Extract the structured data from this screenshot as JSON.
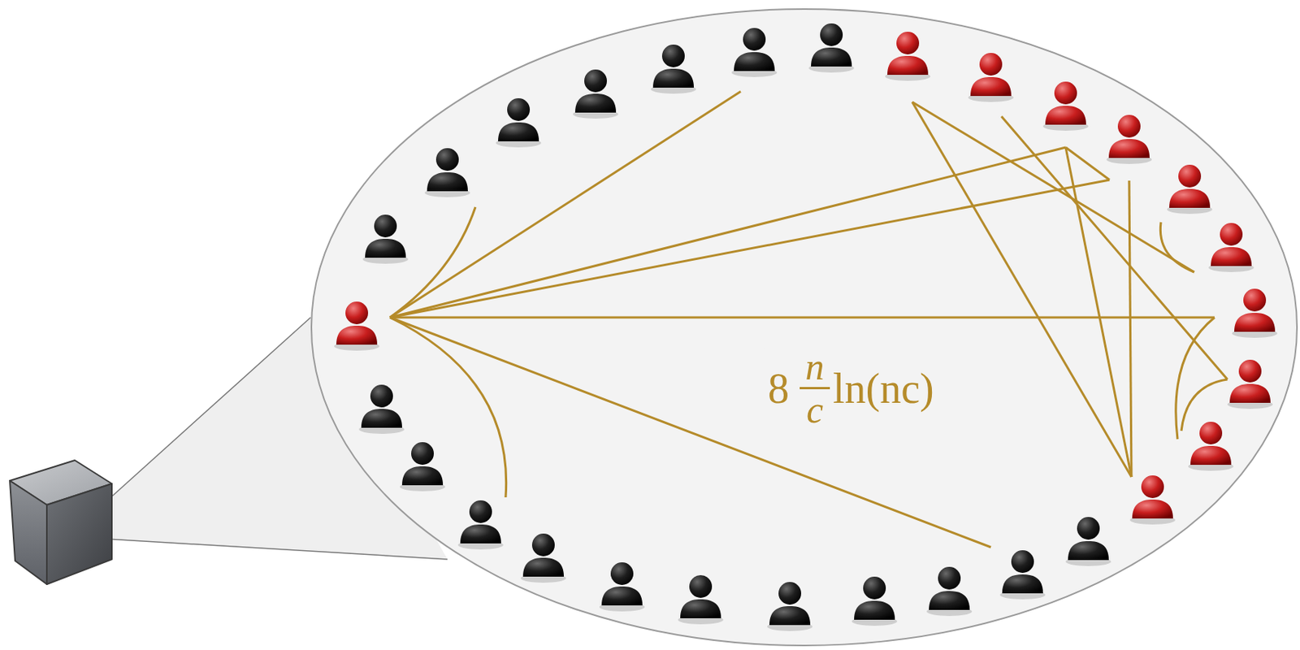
{
  "diagram": {
    "labels": [
      "8",
      "n",
      "c",
      "ln(nc)"
    ]
  }
}
